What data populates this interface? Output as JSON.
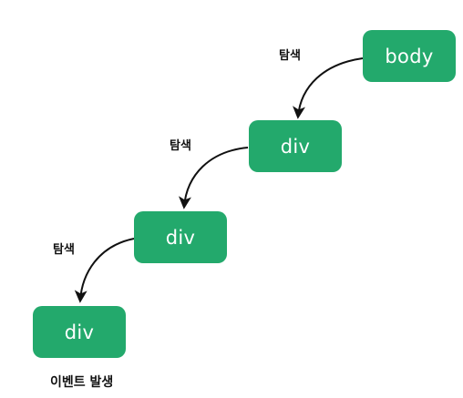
{
  "nodes": [
    {
      "id": "body",
      "label": "body"
    },
    {
      "id": "div1",
      "label": "div"
    },
    {
      "id": "div2",
      "label": "div"
    },
    {
      "id": "div3",
      "label": "div"
    }
  ],
  "edges": [
    {
      "from": "body",
      "to": "div1",
      "label": "탐색"
    },
    {
      "from": "div1",
      "to": "div2",
      "label": "탐색"
    },
    {
      "from": "div2",
      "to": "div3",
      "label": "탐색"
    }
  ],
  "caption": "이벤트 발생",
  "colors": {
    "node_fill": "#23a96c",
    "node_text": "#ffffff",
    "arrow": "#111111",
    "label_text": "#111111"
  }
}
